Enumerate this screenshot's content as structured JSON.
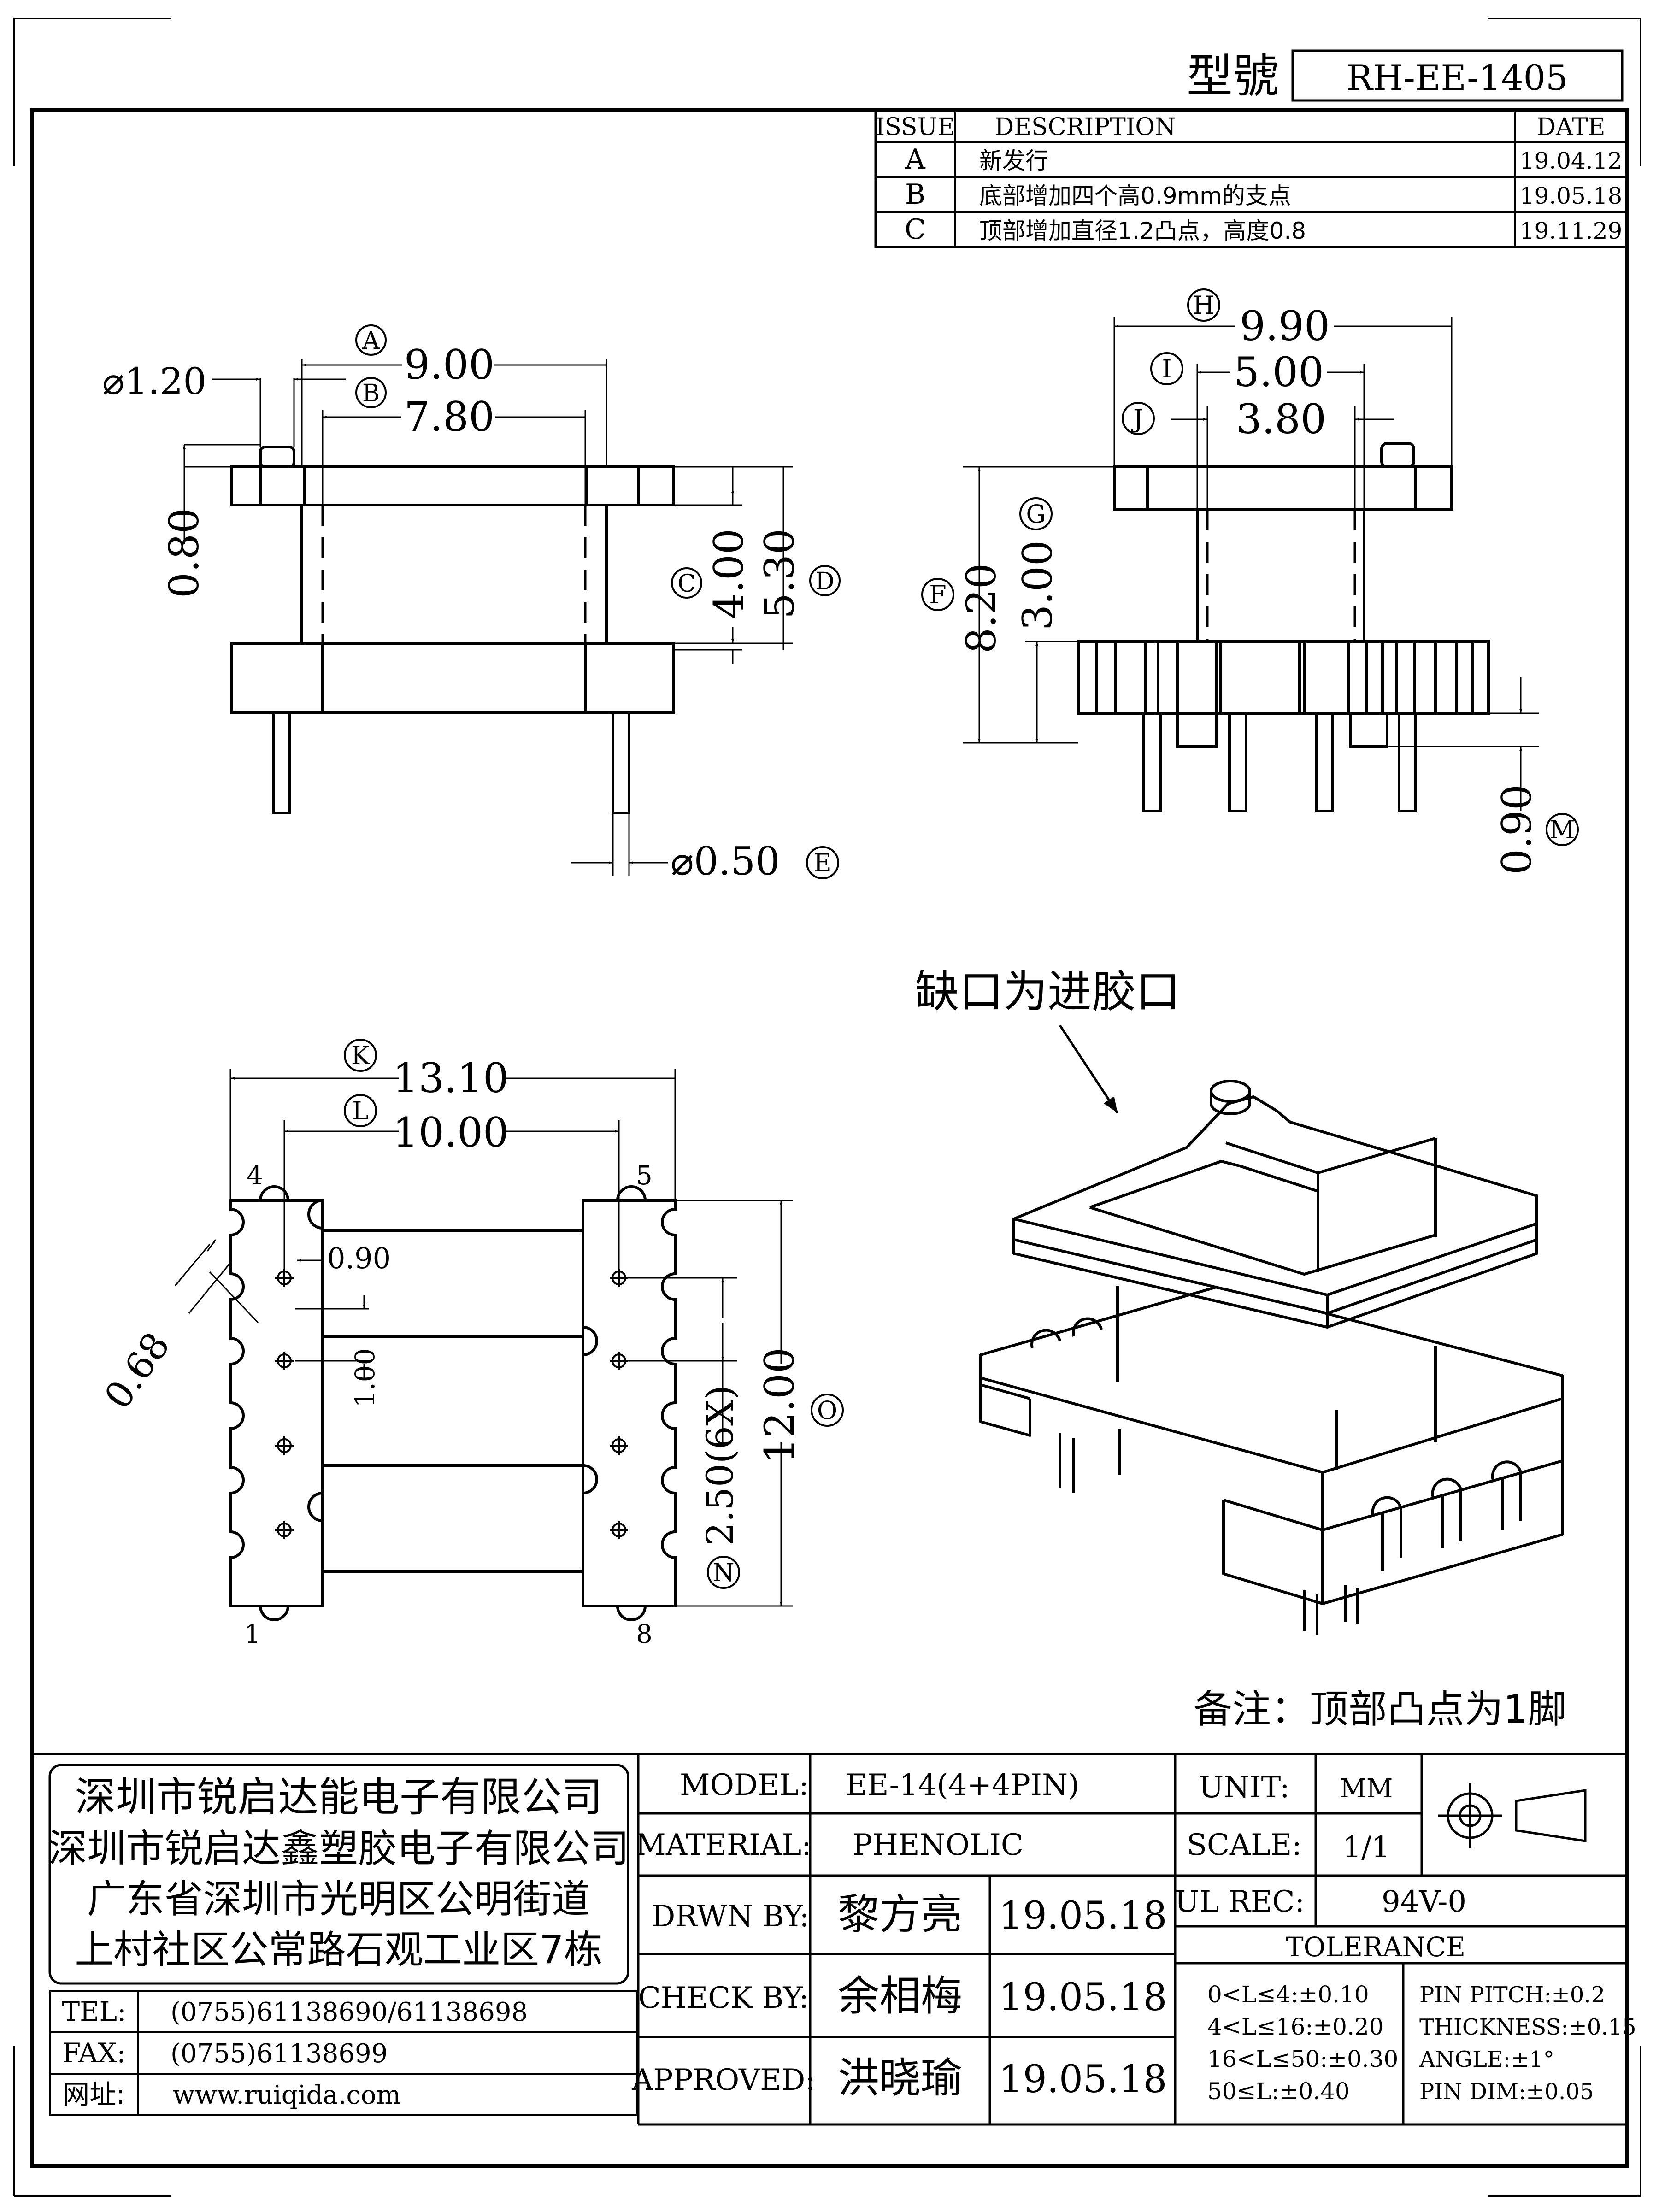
{
  "header": {
    "model_label": "型號",
    "model_no": "RH-EE-1405"
  },
  "revisions": {
    "columns": [
      "ISSUE",
      "DESCRIPTION",
      "DATE"
    ],
    "rows": [
      {
        "issue": "A",
        "description": "新发行",
        "date": "19.04.12"
      },
      {
        "issue": "B",
        "description": "底部增加四个高0.9mm的支点",
        "date": "19.05.18"
      },
      {
        "issue": "C",
        "description": "顶部增加直径1.2凸点，高度0.8",
        "date": "19.11.29"
      }
    ]
  },
  "front_view": {
    "A": {
      "tag": "A",
      "value": "9.00"
    },
    "B": {
      "tag": "B",
      "value": "7.80"
    },
    "boss_dia": "⌀1.20",
    "boss_h": "0.80",
    "C": {
      "tag": "C",
      "value": "4.00"
    },
    "D": {
      "tag": "D",
      "value": "5.30"
    },
    "E": {
      "tag": "E",
      "value": "⌀0.50"
    }
  },
  "side_view": {
    "H": {
      "tag": "H",
      "value": "9.90"
    },
    "I": {
      "tag": "I",
      "value": "5.00"
    },
    "J": {
      "tag": "J",
      "value": "3.80"
    },
    "F": {
      "tag": "F",
      "value": "8.20"
    },
    "G": {
      "tag": "G",
      "value": "3.00"
    },
    "M": {
      "tag": "M",
      "value": "0.90"
    }
  },
  "bottom_view": {
    "K": {
      "tag": "K",
      "value": "13.10"
    },
    "L": {
      "tag": "L",
      "value": "10.00"
    },
    "dim_090": "0.90",
    "dim_068": "0.68",
    "dim_100": "1.00",
    "N": {
      "tag": "N",
      "value": "2.50(6X)"
    },
    "O": {
      "tag": "O",
      "value": "12.00"
    },
    "pins": {
      "p1": "1",
      "p4": "4",
      "p5": "5",
      "p8": "8"
    }
  },
  "iso_view": {
    "gate_note": "缺口为进胶口"
  },
  "remark": "备注：顶部凸点为1脚",
  "title_block": {
    "company": [
      "深圳市锐启达能电子有限公司",
      "深圳市锐启达鑫塑胶电子有限公司",
      "广东省深圳市光明区公明街道",
      "上村社区公常路石观工业区7栋"
    ],
    "tel_label": "TEL:",
    "tel": "(0755)61138690/61138698",
    "fax_label": "FAX:",
    "fax": "(0755)61138699",
    "web_label": "网址:",
    "web": "www.ruiqida.com",
    "model_label": "MODEL:",
    "model": "EE-14(4+4PIN)",
    "material_label": "MATERIAL:",
    "material": "PHENOLIC",
    "drawn_label": "DRWN BY:",
    "drawn_name": "黎方亮",
    "drawn_date": "19.05.18",
    "check_label": "CHECK BY:",
    "check_name": "余相梅",
    "check_date": "19.05.18",
    "approved_label": "APPROVED:",
    "approved_name": "洪晓瑜",
    "approved_date": "19.05.18",
    "unit_label": "UNIT:",
    "unit": "MM",
    "scale_label": "SCALE:",
    "scale": "1/1",
    "ul_label": "UL REC:",
    "ul": "94V-0",
    "tolerance_label": "TOLERANCE",
    "tol_left": [
      "0<L≤4:±0.10",
      "4<L≤16:±0.20",
      "16<L≤50:±0.30",
      "50≤L:±0.40"
    ],
    "tol_right": [
      "PIN PITCH:±0.2",
      "THICKNESS:±0.15",
      "ANGLE:±1°",
      "PIN DIM:±0.05"
    ]
  }
}
